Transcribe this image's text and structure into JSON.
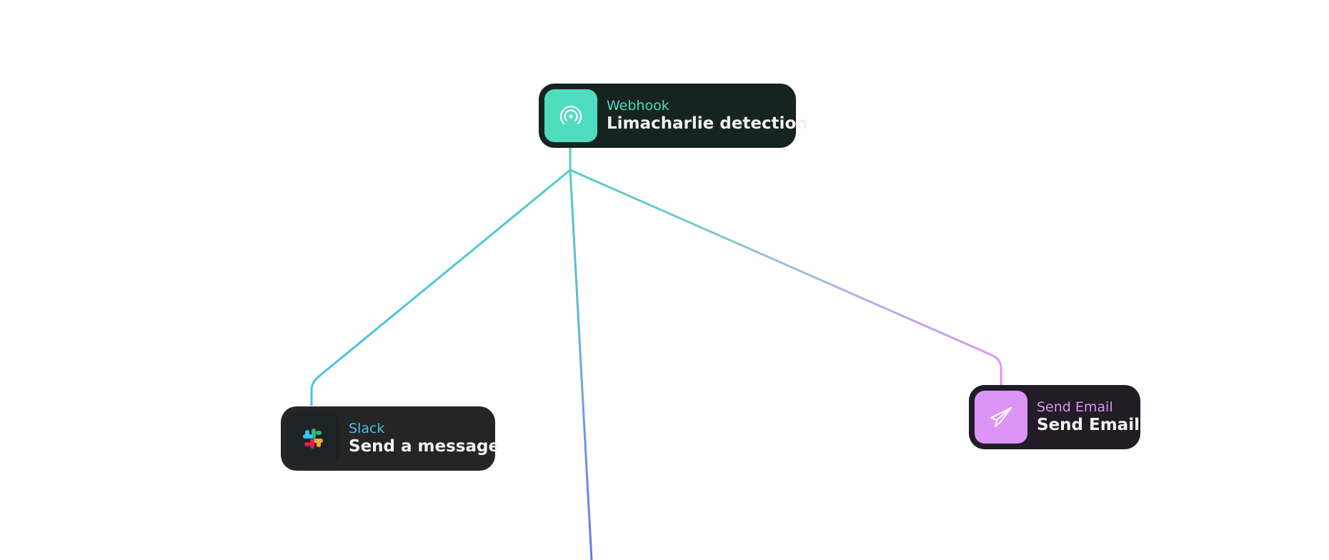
{
  "nodes": {
    "webhook": {
      "type_label": "Webhook",
      "title": "Limacharlie detection",
      "icon": "webhook-signal-icon",
      "accent": "#4fdbbe"
    },
    "slack": {
      "type_label": "Slack",
      "title": "Send a message",
      "icon": "slack-logo-icon",
      "accent": "#4bc1ef"
    },
    "email": {
      "type_label": "Send Email",
      "title": "Send Email",
      "icon": "paper-plane-icon",
      "accent": "#dc95f6"
    }
  },
  "edges": [
    {
      "from": "webhook",
      "to": "slack",
      "color": "#4bc1ef"
    },
    {
      "from": "webhook",
      "to": "offscreen-node",
      "color": "#6b7cf0"
    },
    {
      "from": "webhook",
      "to": "email",
      "color": "#dc95f6"
    }
  ],
  "colors": {
    "trunk": "#4fcfbf",
    "background": "#ffffff"
  }
}
